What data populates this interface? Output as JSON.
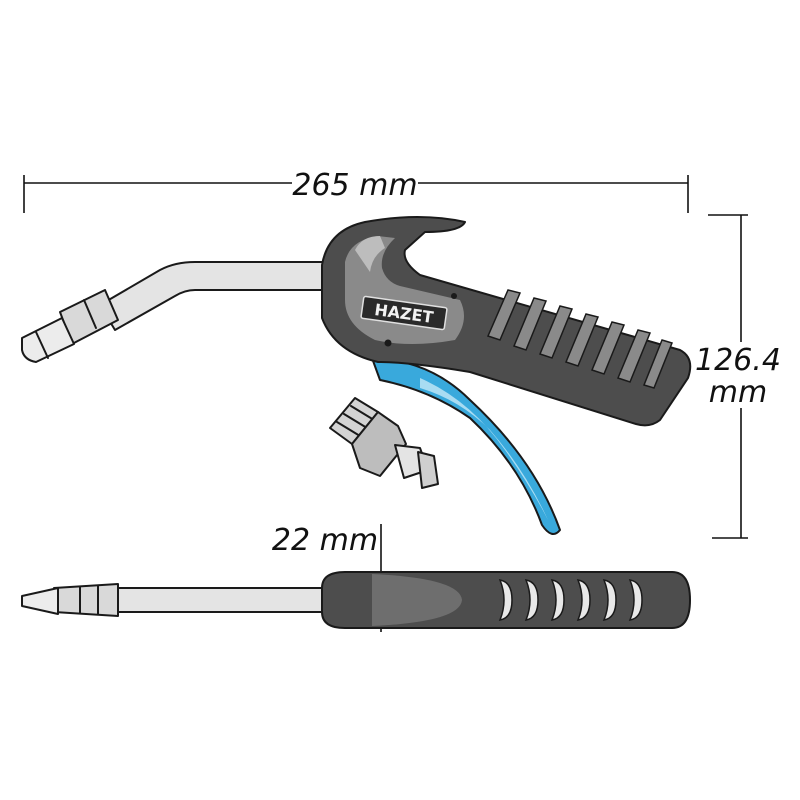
{
  "dimensions": {
    "length": "265 mm",
    "height_value": "126.4",
    "height_unit": "mm",
    "width": "22 mm"
  },
  "brand": {
    "logo_text": "HAZET"
  },
  "colors": {
    "body_dark": "#4d4d4d",
    "body_mid": "#8a8a8a",
    "body_light": "#bdbdbd",
    "trigger_blue": "#39a9dc",
    "trigger_light": "#a9dcf2",
    "metal": "#e4e4e4",
    "outline": "#1a1a1a"
  },
  "icons": [
    "blow-gun-side-view",
    "plug-nipple-adapter",
    "blow-gun-top-view"
  ]
}
